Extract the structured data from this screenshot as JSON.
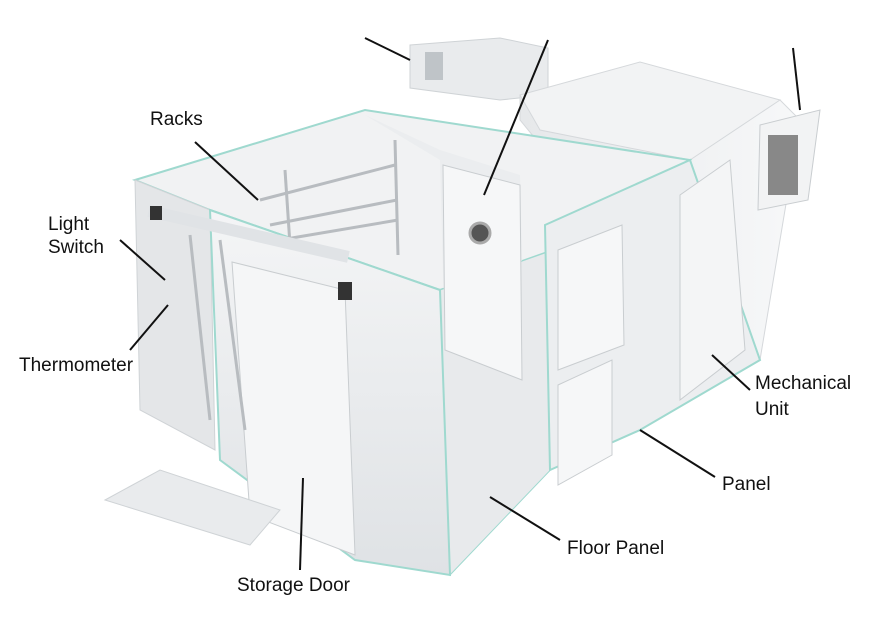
{
  "labels": {
    "racks": "Racks",
    "light_switch_1": "Light",
    "light_switch_2": "Switch",
    "thermometer": "Thermometer",
    "mechanical_unit_1": "Mechanical",
    "mechanical_unit_2": "Unit",
    "panel": "Panel",
    "floor_panel": "Floor Panel",
    "storage_door": "Storage Door"
  },
  "colors": {
    "panel": "#eef0f2",
    "edge": "#9fd9cf",
    "leader": "#111111"
  }
}
